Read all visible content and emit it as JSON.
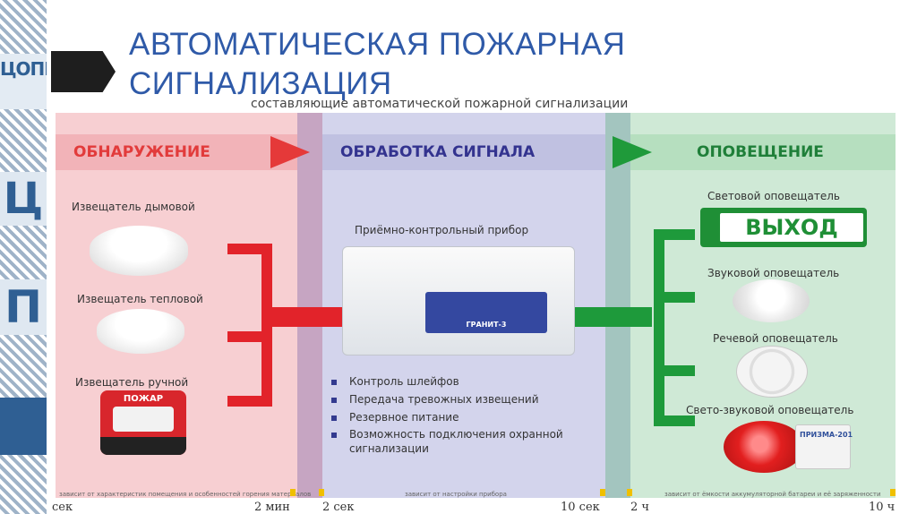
{
  "title": {
    "line1": "АВТОМАТИЧЕСКАЯ ПОЖАРНАЯ",
    "line2": "СИГНАЛИЗАЦИЯ"
  },
  "side_strip": {
    "letters": [
      "ЦОПП",
      "Ц",
      "П"
    ]
  },
  "infographic": {
    "subtitle": "составляющие автоматической пожарной сигнализации",
    "stages": {
      "detection": "ОБНАРУЖЕНИЕ",
      "processing": "ОБРАБОТКА СИГНАЛА",
      "notification": "ОПОВЕЩЕНИЕ"
    },
    "detectors": [
      "Извещатель дымовой",
      "Извещатель тепловой",
      "Извещатель ручной"
    ],
    "manual_label": "ПОЖАР",
    "panel_label": "Приёмно-контрольный прибор",
    "panel_brand": "ГРАНИТ-3",
    "functions": [
      "Контроль шлейфов",
      "Передача тревожных извещений",
      "Резервное питание",
      "Возможность подключения охранной сигнализации"
    ],
    "notifiers": [
      "Световой оповещатель",
      "Звуковой оповещатель",
      "Речевой оповещатель",
      "Свето-звуковой оповещатель"
    ],
    "exit_sign": "ВЫХОД",
    "box_label": "ПРИЗМА-201",
    "notes": {
      "detection": "зависит от характеристик помещения и особенностей горения материалов",
      "processing": "зависит от настройки прибора",
      "notification": "зависит от ёмкости аккумуляторной батареи и её заряженности"
    },
    "timeline": {
      "t0": "сек",
      "t1": "2 мин",
      "t2": "2 сек",
      "t3": "10 сек",
      "t4": "2 ч",
      "t5": "10 ч"
    }
  },
  "colors": {
    "title": "#2f5aa8",
    "detection": "#e23b3b",
    "processing": "#33338f",
    "notification": "#1f7f39"
  }
}
